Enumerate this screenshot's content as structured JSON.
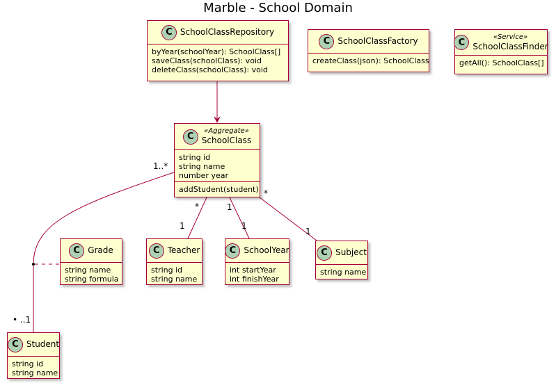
{
  "title": "Marble - School Domain",
  "colors": {
    "class_fill": "#FEFECE",
    "class_border": "#A80036",
    "circle_fill": "#ADD1B2",
    "edge": "#A80036"
  },
  "classes": {
    "repository": {
      "icon": "C",
      "name": "SchoolClassRepository",
      "methods": [
        "byYear(schoolYear): SchoolClass[]",
        "saveClass(schoolClass): void",
        "deleteClass(schoolClass): void"
      ]
    },
    "factory": {
      "icon": "C",
      "name": "SchoolClassFactory",
      "methods": [
        "createClass(json): SchoolClass"
      ]
    },
    "finder": {
      "icon": "C",
      "stereotype": "«Service»",
      "name": "SchoolClassFinder",
      "methods": [
        "getAll(): SchoolClass[]"
      ]
    },
    "schoolclass": {
      "icon": "C",
      "stereotype": "«Aggregate»",
      "name": "SchoolClass",
      "fields": [
        "string id",
        "string name",
        "number year"
      ],
      "methods": [
        "addStudent(student)"
      ]
    },
    "grade": {
      "icon": "C",
      "name": "Grade",
      "fields": [
        "string name",
        "string formula"
      ]
    },
    "teacher": {
      "icon": "C",
      "name": "Teacher",
      "fields": [
        "string id",
        "string name"
      ]
    },
    "schoolyear": {
      "icon": "C",
      "name": "SchoolYear",
      "fields": [
        "int startYear",
        "int finishYear"
      ]
    },
    "subject": {
      "icon": "C",
      "name": "Subject",
      "fields": [
        "string name"
      ]
    },
    "student": {
      "icon": "C",
      "name": "Student",
      "fields": [
        "string id",
        "string name"
      ]
    }
  },
  "multiplicities": {
    "student_class": "1..*",
    "student_end": "• ..1",
    "teacher_class": "*",
    "teacher_end": "1",
    "year_class": "1",
    "year_end": "1",
    "subject_class": "*",
    "subject_end": "1"
  }
}
